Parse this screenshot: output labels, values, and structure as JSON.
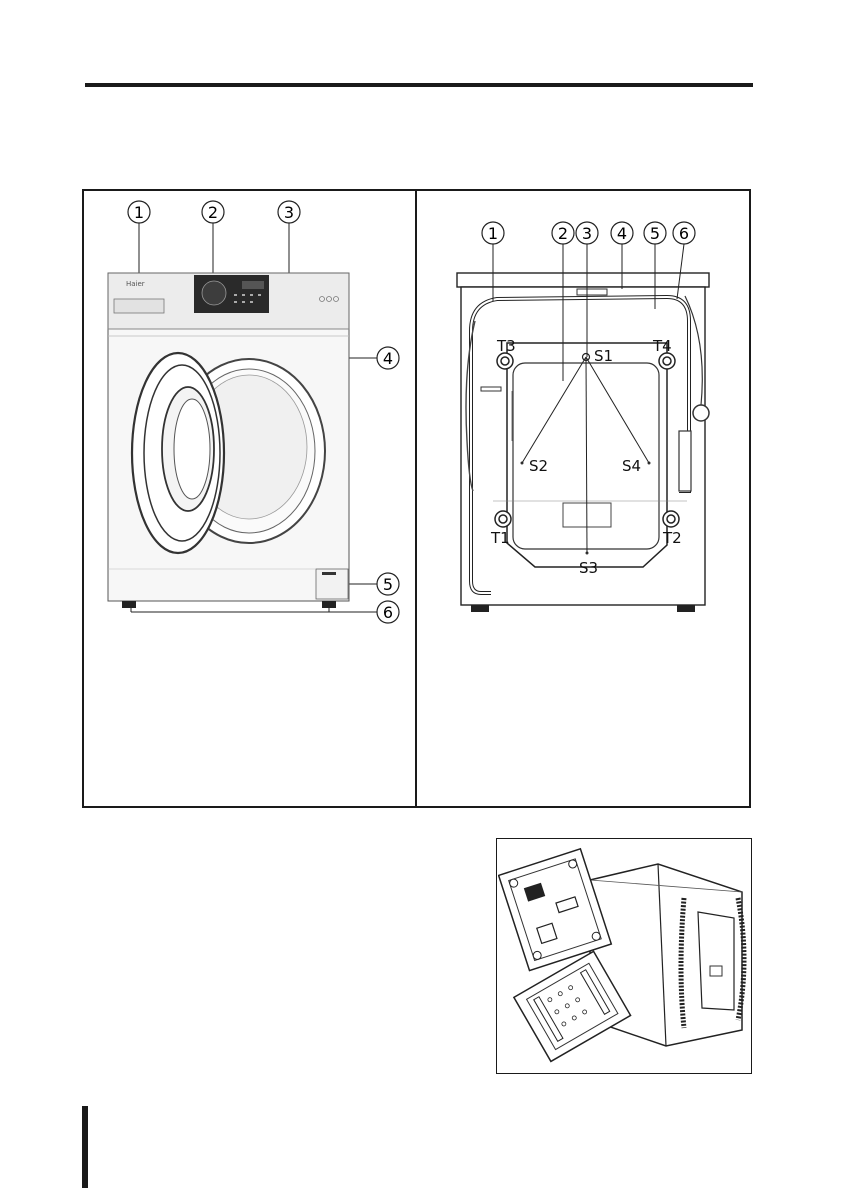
{
  "front_view": {
    "callouts": [
      "1",
      "2",
      "3",
      "4",
      "5",
      "6"
    ],
    "brand_logo": "Haier"
  },
  "back_view": {
    "callouts": [
      "1",
      "2",
      "3",
      "4",
      "5",
      "6"
    ],
    "bolt_labels": [
      "T3",
      "T4",
      "T1",
      "T2"
    ],
    "screw_labels": [
      "S1",
      "S2",
      "S4",
      "S3"
    ]
  },
  "inset": {
    "icon": "transport-bracket-removal-illustration"
  }
}
